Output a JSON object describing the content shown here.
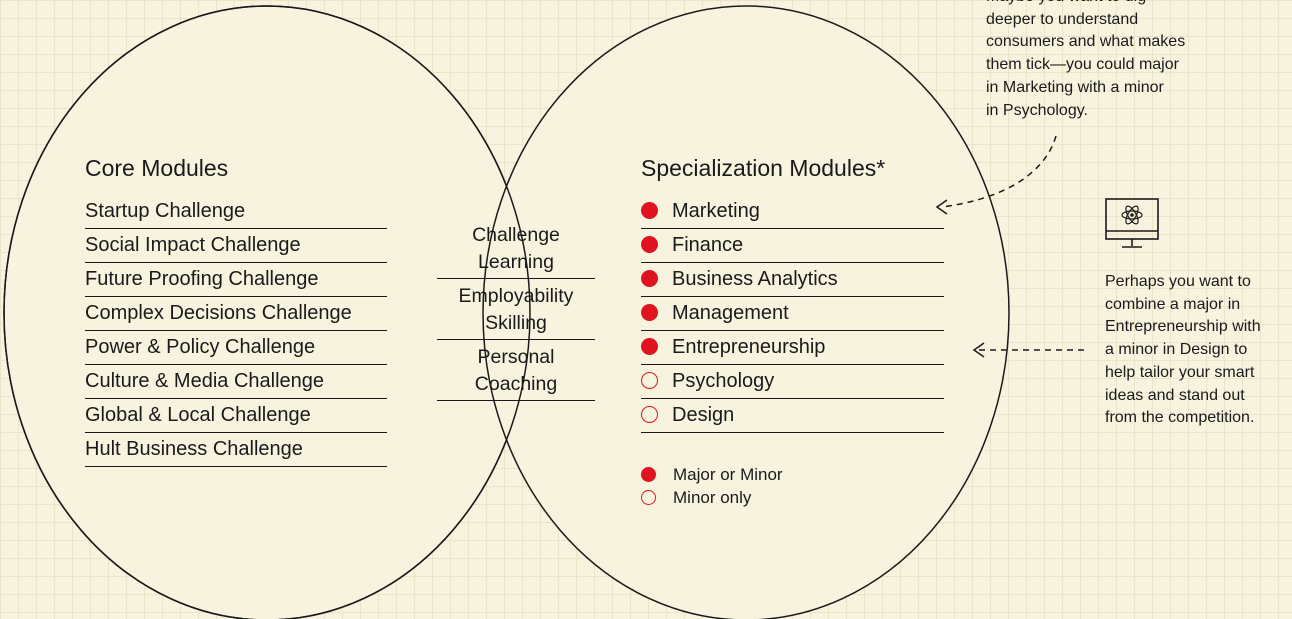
{
  "core": {
    "title": "Core Modules",
    "items": [
      "Startup Challenge",
      "Social Impact Challenge",
      "Future Proofing Challenge",
      "Complex Decisions Challenge",
      "Power & Policy Challenge",
      "Culture & Media Challenge",
      "Global & Local Challenge",
      "Hult Business Challenge"
    ]
  },
  "overlap": {
    "items": [
      [
        "Challenge",
        "Learning"
      ],
      [
        "Employability",
        "Skilling"
      ],
      [
        "Personal",
        "Coaching"
      ]
    ]
  },
  "specialization": {
    "title": "Specialization Modules*",
    "items": [
      {
        "label": "Marketing",
        "type": "major_or_minor"
      },
      {
        "label": "Finance",
        "type": "major_or_minor"
      },
      {
        "label": "Business Analytics",
        "type": "major_or_minor"
      },
      {
        "label": "Management",
        "type": "major_or_minor"
      },
      {
        "label": "Entrepreneurship",
        "type": "major_or_minor"
      },
      {
        "label": "Psychology",
        "type": "minor_only"
      },
      {
        "label": "Design",
        "type": "minor_only"
      }
    ]
  },
  "legend": {
    "major_or_minor": "Major or Minor",
    "minor_only": "Minor only"
  },
  "notes": {
    "top": [
      "Maybe you want to dig",
      "deeper to understand",
      "consumers and what makes",
      "them tick—you could major",
      "in Marketing with a minor",
      "in Psychology."
    ],
    "right": [
      "Perhaps you want to",
      "combine a major in",
      "Entrepreneurship with",
      "a minor in Design to",
      "help tailor your smart",
      "ideas and stand out",
      "from the competition."
    ]
  },
  "icons": {
    "right_note": "computer-monitor-atom-icon"
  },
  "colors": {
    "background": "#f8f3df",
    "circle_fill": "#f8f3df",
    "line": "#1a1a1a",
    "accent": "#e0141e"
  }
}
